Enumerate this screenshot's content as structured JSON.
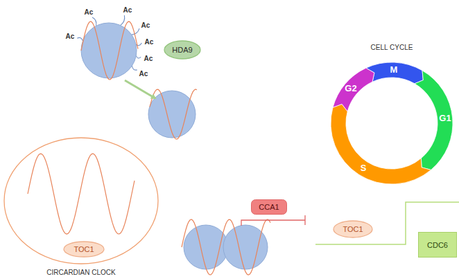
{
  "diagram": {
    "nodes": [
      {
        "text": [
          "HDA9"
        ]
      },
      {
        "text": [
          "CELL CYCLE",
          "M",
          "G1",
          "S",
          "G2"
        ]
      },
      {
        "text": [
          "CIRCARDIAN CLOCK"
        ]
      },
      {
        "text": [
          "TOC1"
        ],
        "in": 2
      },
      {
        "text": [
          "CCA1"
        ]
      },
      {
        "text": [
          "TOC1"
        ]
      },
      {
        "text": [
          "CDC6"
        ]
      }
    ],
    "labels": [
      "Ac",
      "Ac",
      "Ac",
      "Ac",
      "Ac",
      "Ac",
      "Ac"
    ]
  }
}
